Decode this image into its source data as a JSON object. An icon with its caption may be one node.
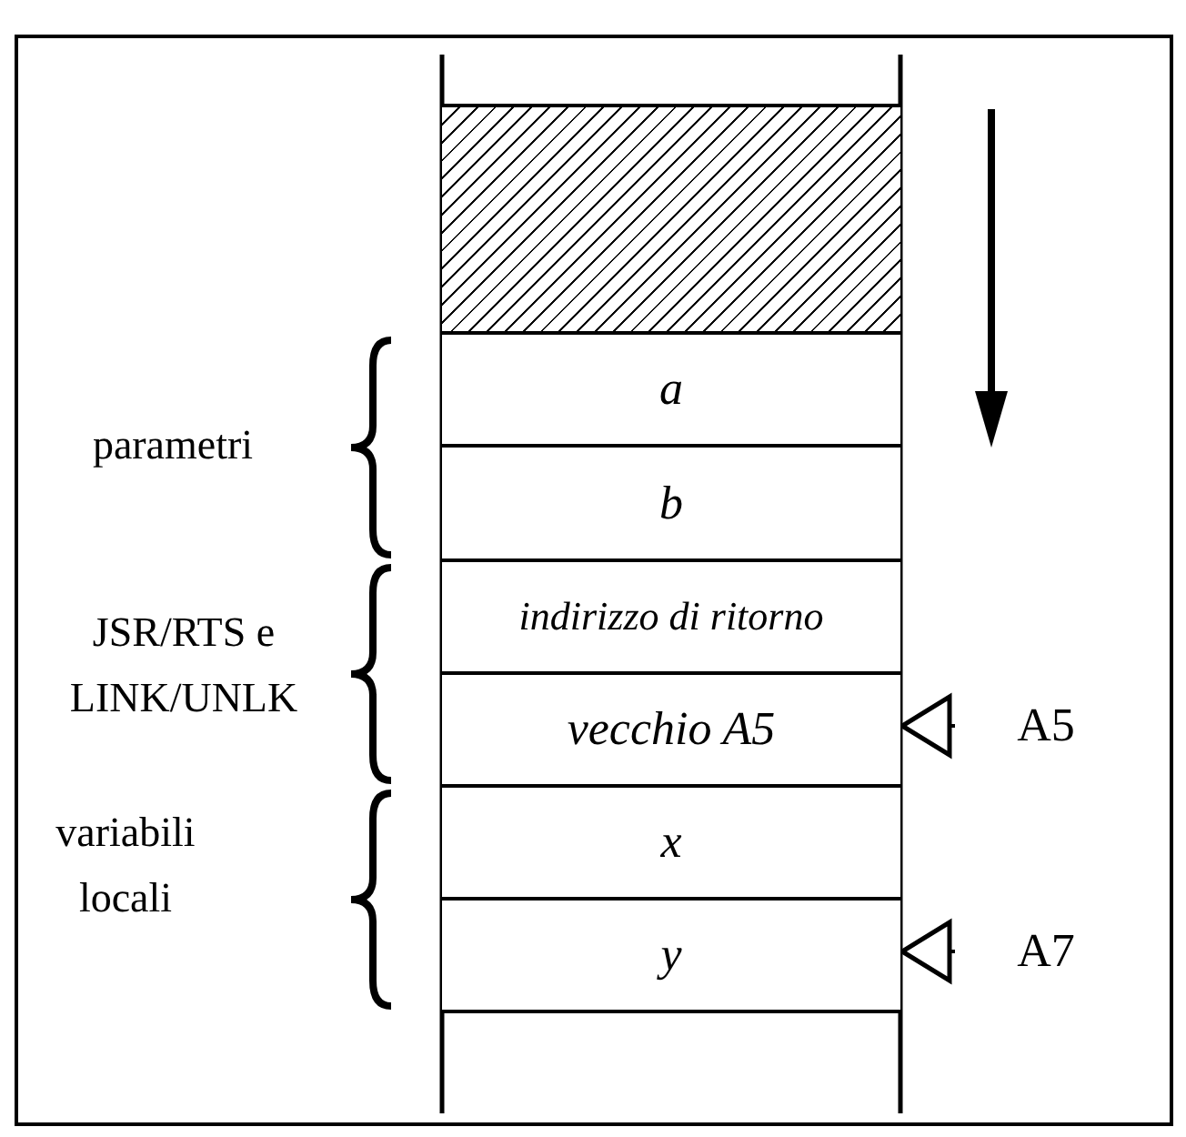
{
  "diagram": {
    "nodes": [
      {
        "text": [],
        "shape": "box"
      },
      {
        "text": [
          "a"
        ]
      },
      {
        "text": [
          "b"
        ]
      },
      {
        "text": [
          "indirizzo di ritorno"
        ]
      },
      {
        "text": [
          "vecchio A5"
        ]
      },
      {
        "text": [
          "x"
        ]
      },
      {
        "text": [
          "y"
        ]
      },
      {
        "text": [
          "A5"
        ]
      },
      {
        "text": [
          "A7"
        ]
      }
    ],
    "edges": [
      {
        "from": 7,
        "to": 4,
        "arrow": "to"
      },
      {
        "from": 8,
        "to": 6,
        "arrow": "to"
      }
    ],
    "labels": [
      "parametri",
      "JSR/RTS e LINK/UNLK",
      "variabili locali"
    ]
  }
}
